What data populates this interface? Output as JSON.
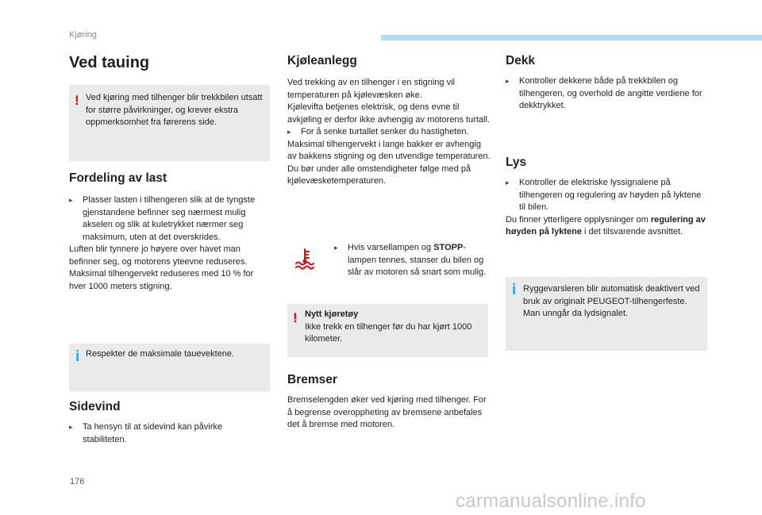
{
  "header": {
    "section": "Kjøring"
  },
  "page_number": "176",
  "watermark": "carmanualsonline.info",
  "col1": {
    "title": "Ved tauing",
    "warning_box": "Ved kjøring med tilhenger blir trekkbilen utsatt for større påvirkninger, og krever ekstra oppmerksomhet fra førerens side.",
    "fordeling": {
      "heading": "Fordeling av last",
      "bullet": "Plasser lasten i tilhengeren slik at de tyngste gjenstandene befinner seg nærmest mulig akselen og slik at kuletrykket nærmer seg maksimum, uten at det overskrides.",
      "para": "Luften blir tynnere jo høyere over havet man befinner seg, og motorens yteevne reduseres. Maksimal tilhengervekt reduseres med 10 % for hver 1000 meters stigning."
    },
    "info_box": "Respekter de maksimale tauevektene.",
    "sidevind": {
      "heading": "Sidevind",
      "bullet": "Ta hensyn til at sidevind kan påvirke stabiliteten."
    }
  },
  "col2": {
    "kjoleanlegg": {
      "heading": "Kjøleanlegg",
      "para1": "Ved trekking av en tilhenger i en stigning vil temperaturen på kjølevæsken øke.",
      "para2": "Kjølevifta betjenes elektrisk, og dens evne til avkjøling er derfor ikke avhengig av motorens turtall.",
      "bullet": "For å senke turtallet senker du hastigheten.",
      "para3": "Maksimal tilhengervekt i lange bakker er avhengig av bakkens stigning og den utvendige temperaturen.",
      "para4": "Du bør under alle omstendigheter følge med på kjølevæsketemperaturen."
    },
    "temp_warning": {
      "icon": "coolant-temperature-warning-icon",
      "text_before": "Hvis varsellampen og ",
      "text_bold": "STOPP",
      "text_after": "-lampen tennes, stanser du bilen og slår av motoren så snart som mulig."
    },
    "nytt_box": {
      "title": "Nytt kjøretøy",
      "text": "Ikke trekk en tilhenger før du har kjørt 1000 kilometer."
    },
    "bremser": {
      "heading": "Bremser",
      "para": "Bremselengden øker ved kjøring med tilhenger. For å begrense overoppheting av bremsene anbefales det å bremse med motoren."
    }
  },
  "col3": {
    "dekk": {
      "heading": "Dekk",
      "bullet": "Kontroller dekkene både på trekkbilen og tilhengeren, og overhold de angitte verdiene for dekktrykket."
    },
    "lys": {
      "heading": "Lys",
      "bullet": "Kontroller de elektriske lyssignalene på tilhengeren og regulering av høyden på lyktene til bilen.",
      "para_before": "Du finner ytterligere opplysninger om ",
      "para_bold": "regulering av høyden på lyktene",
      "para_after": " i det tilsvarende avsnittet."
    },
    "info_box": "Ryggevarsleren blir automatisk deaktivert ved bruk av originalt PEUGEOT-tilhengerfeste. Man unngår da lydsignalet."
  },
  "colors": {
    "warning": "#e30613",
    "info": "#2aa8e0",
    "box_bg": "#eaeaea",
    "header_bar": "#b8dced"
  }
}
